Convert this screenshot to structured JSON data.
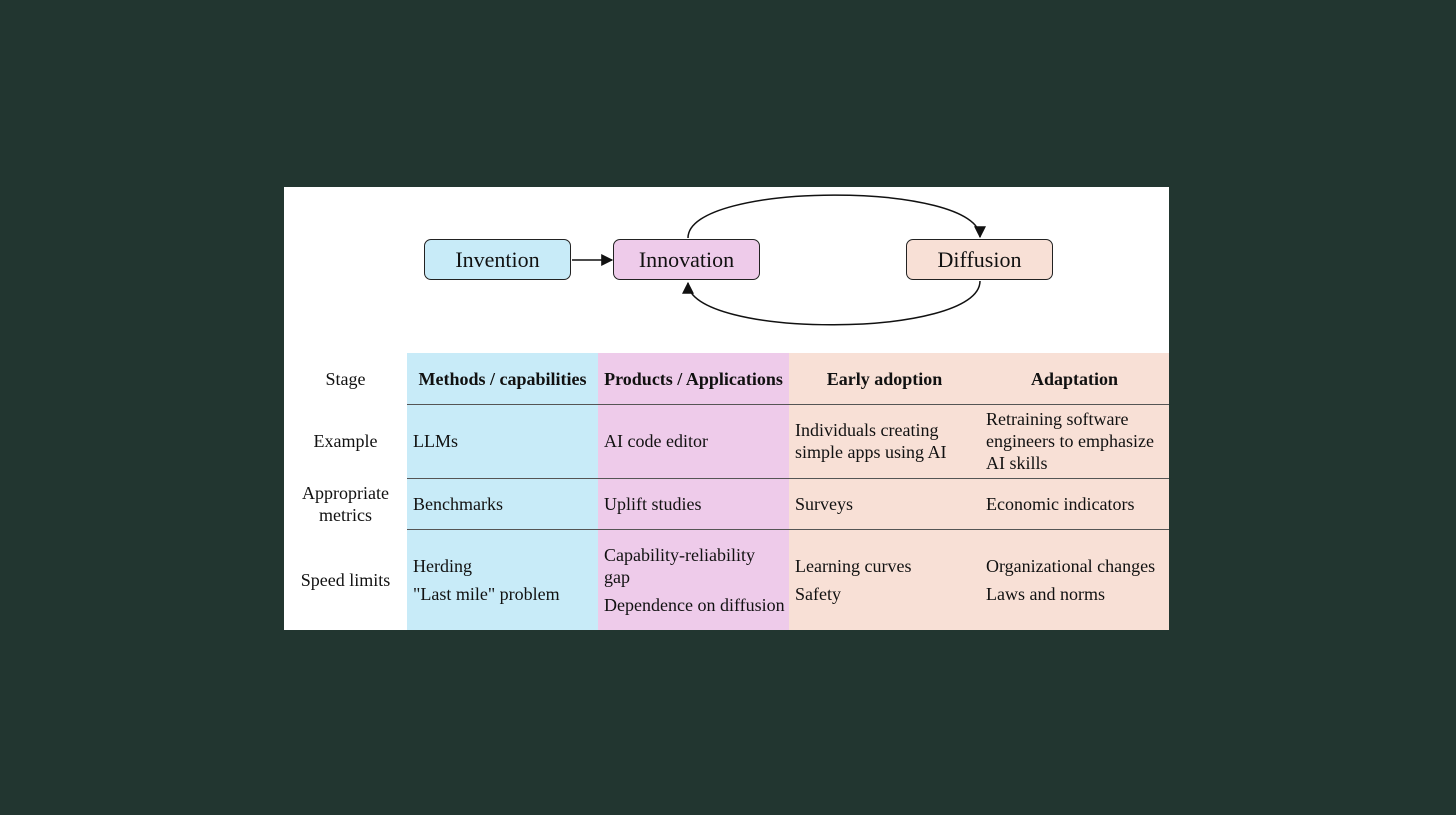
{
  "colors": {
    "background": "#223630",
    "card": "#ffffff",
    "invention": "#c8ebf8",
    "innovation": "#eecbea",
    "diffusion": "#f8e0d6"
  },
  "flow": {
    "nodes": [
      "Invention",
      "Innovation",
      "Diffusion"
    ]
  },
  "table": {
    "row_labels": [
      "Stage",
      "Example",
      "Appropriate metrics",
      "Speed limits"
    ],
    "columns": [
      {
        "stage": "Methods / capabilities",
        "example": [
          "LLMs"
        ],
        "metrics": [
          "Benchmarks"
        ],
        "speed_limits": [
          "Herding",
          "\"Last mile\" problem"
        ]
      },
      {
        "stage": "Products / Applications",
        "example": [
          "AI code editor"
        ],
        "metrics": [
          "Uplift studies"
        ],
        "speed_limits": [
          "Capability-reliability gap",
          "Dependence on diffusion"
        ]
      },
      {
        "stage": "Early adoption",
        "example": [
          "Individuals creating simple apps using AI"
        ],
        "metrics": [
          "Surveys"
        ],
        "speed_limits": [
          "Learning curves",
          "Safety"
        ]
      },
      {
        "stage": "Adaptation",
        "example": [
          "Retraining software engineers to emphasize AI skills"
        ],
        "metrics": [
          "Economic indicators"
        ],
        "speed_limits": [
          "Organizational changes",
          "Laws and norms"
        ]
      }
    ]
  }
}
